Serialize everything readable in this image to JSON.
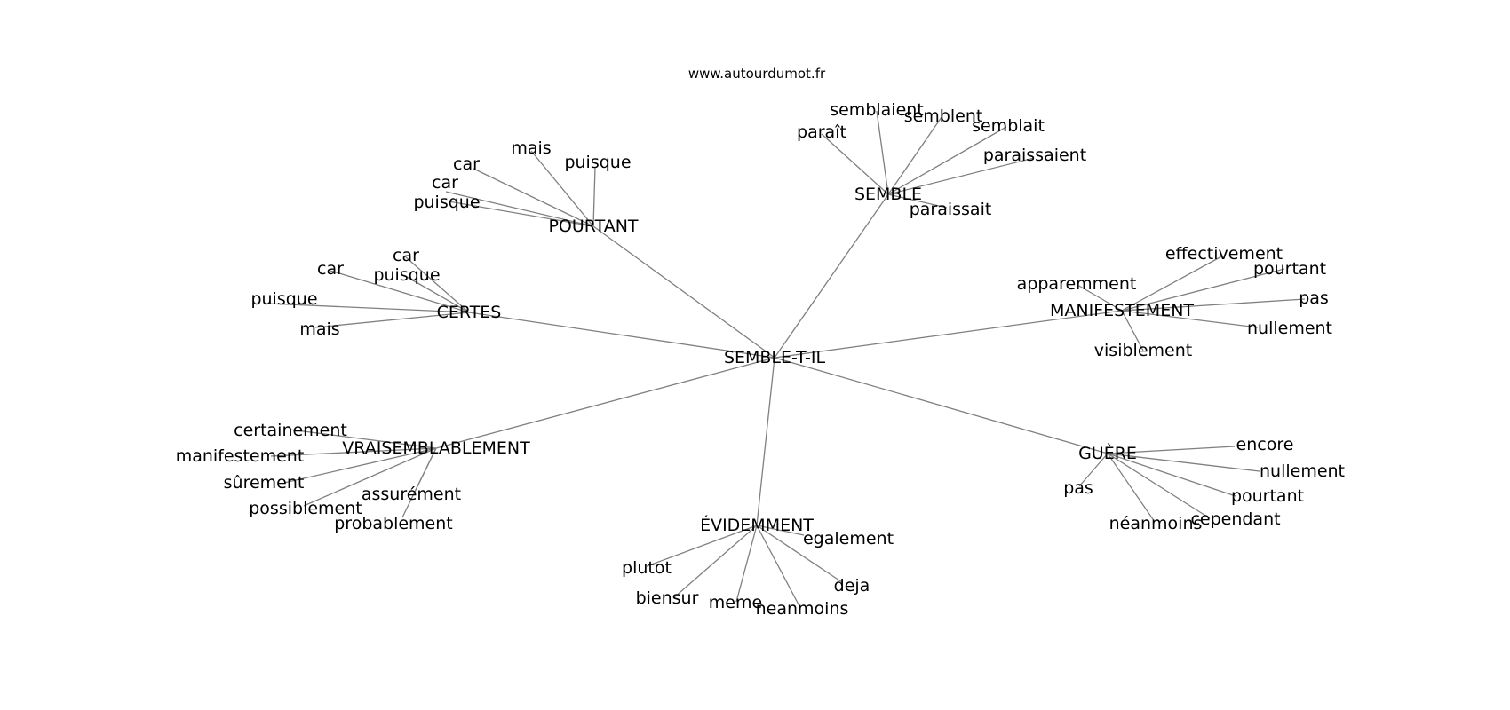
{
  "source": "www.autourdumot.fr",
  "edge_color": "#808080",
  "graph": {
    "center": "SEMBLE-T-IL",
    "hubs": [
      {
        "label": "SEMBLE",
        "words": [
          "semblaient",
          "semblent",
          "paraît",
          "semblait",
          "paraissaient",
          "paraissait"
        ]
      },
      {
        "label": "POURTANT",
        "words": [
          "mais",
          "puisque",
          "car",
          "car",
          "puisque"
        ]
      },
      {
        "label": "CERTES",
        "words": [
          "car",
          "car",
          "puisque",
          "puisque",
          "mais"
        ]
      },
      {
        "label": "MANIFESTEMENT",
        "words": [
          "effectivement",
          "pourtant",
          "apparemment",
          "pas",
          "nullement",
          "visiblement"
        ]
      },
      {
        "label": "VRAISEMBLABLEMENT",
        "words": [
          "certainement",
          "manifestement",
          "sûrement",
          "assurément",
          "possiblement",
          "probablement"
        ]
      },
      {
        "label": "GUÈRE",
        "words": [
          "encore",
          "nullement",
          "pas",
          "pourtant",
          "cependant",
          "néanmoins"
        ]
      },
      {
        "label": "ÉVIDEMMENT",
        "words": [
          "egalement",
          "plutot",
          "biensur",
          "deja",
          "meme",
          "neanmoins"
        ]
      }
    ]
  }
}
